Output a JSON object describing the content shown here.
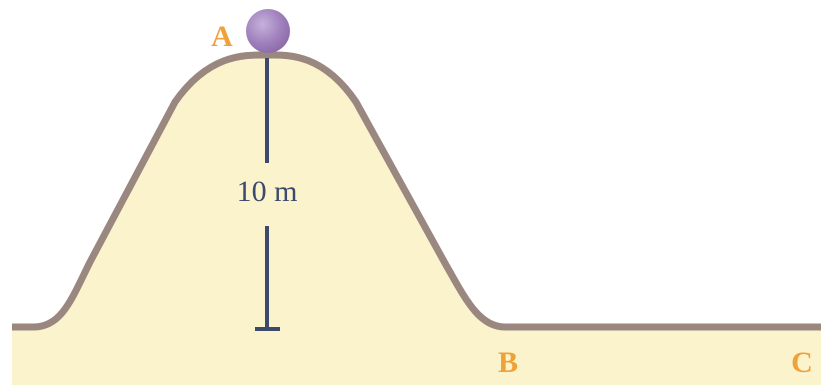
{
  "diagram": {
    "labels": {
      "point_a": "A",
      "point_b": "B",
      "point_c": "C"
    },
    "height_label": "10 m",
    "colors": {
      "hill_fill": "#faf3cb",
      "hill_outline": "#9a8880",
      "ball": "#9a7db5",
      "ball_highlight": "#b9a2d0",
      "label": "#f0a23a",
      "height_marker": "#3d4a6e"
    }
  }
}
